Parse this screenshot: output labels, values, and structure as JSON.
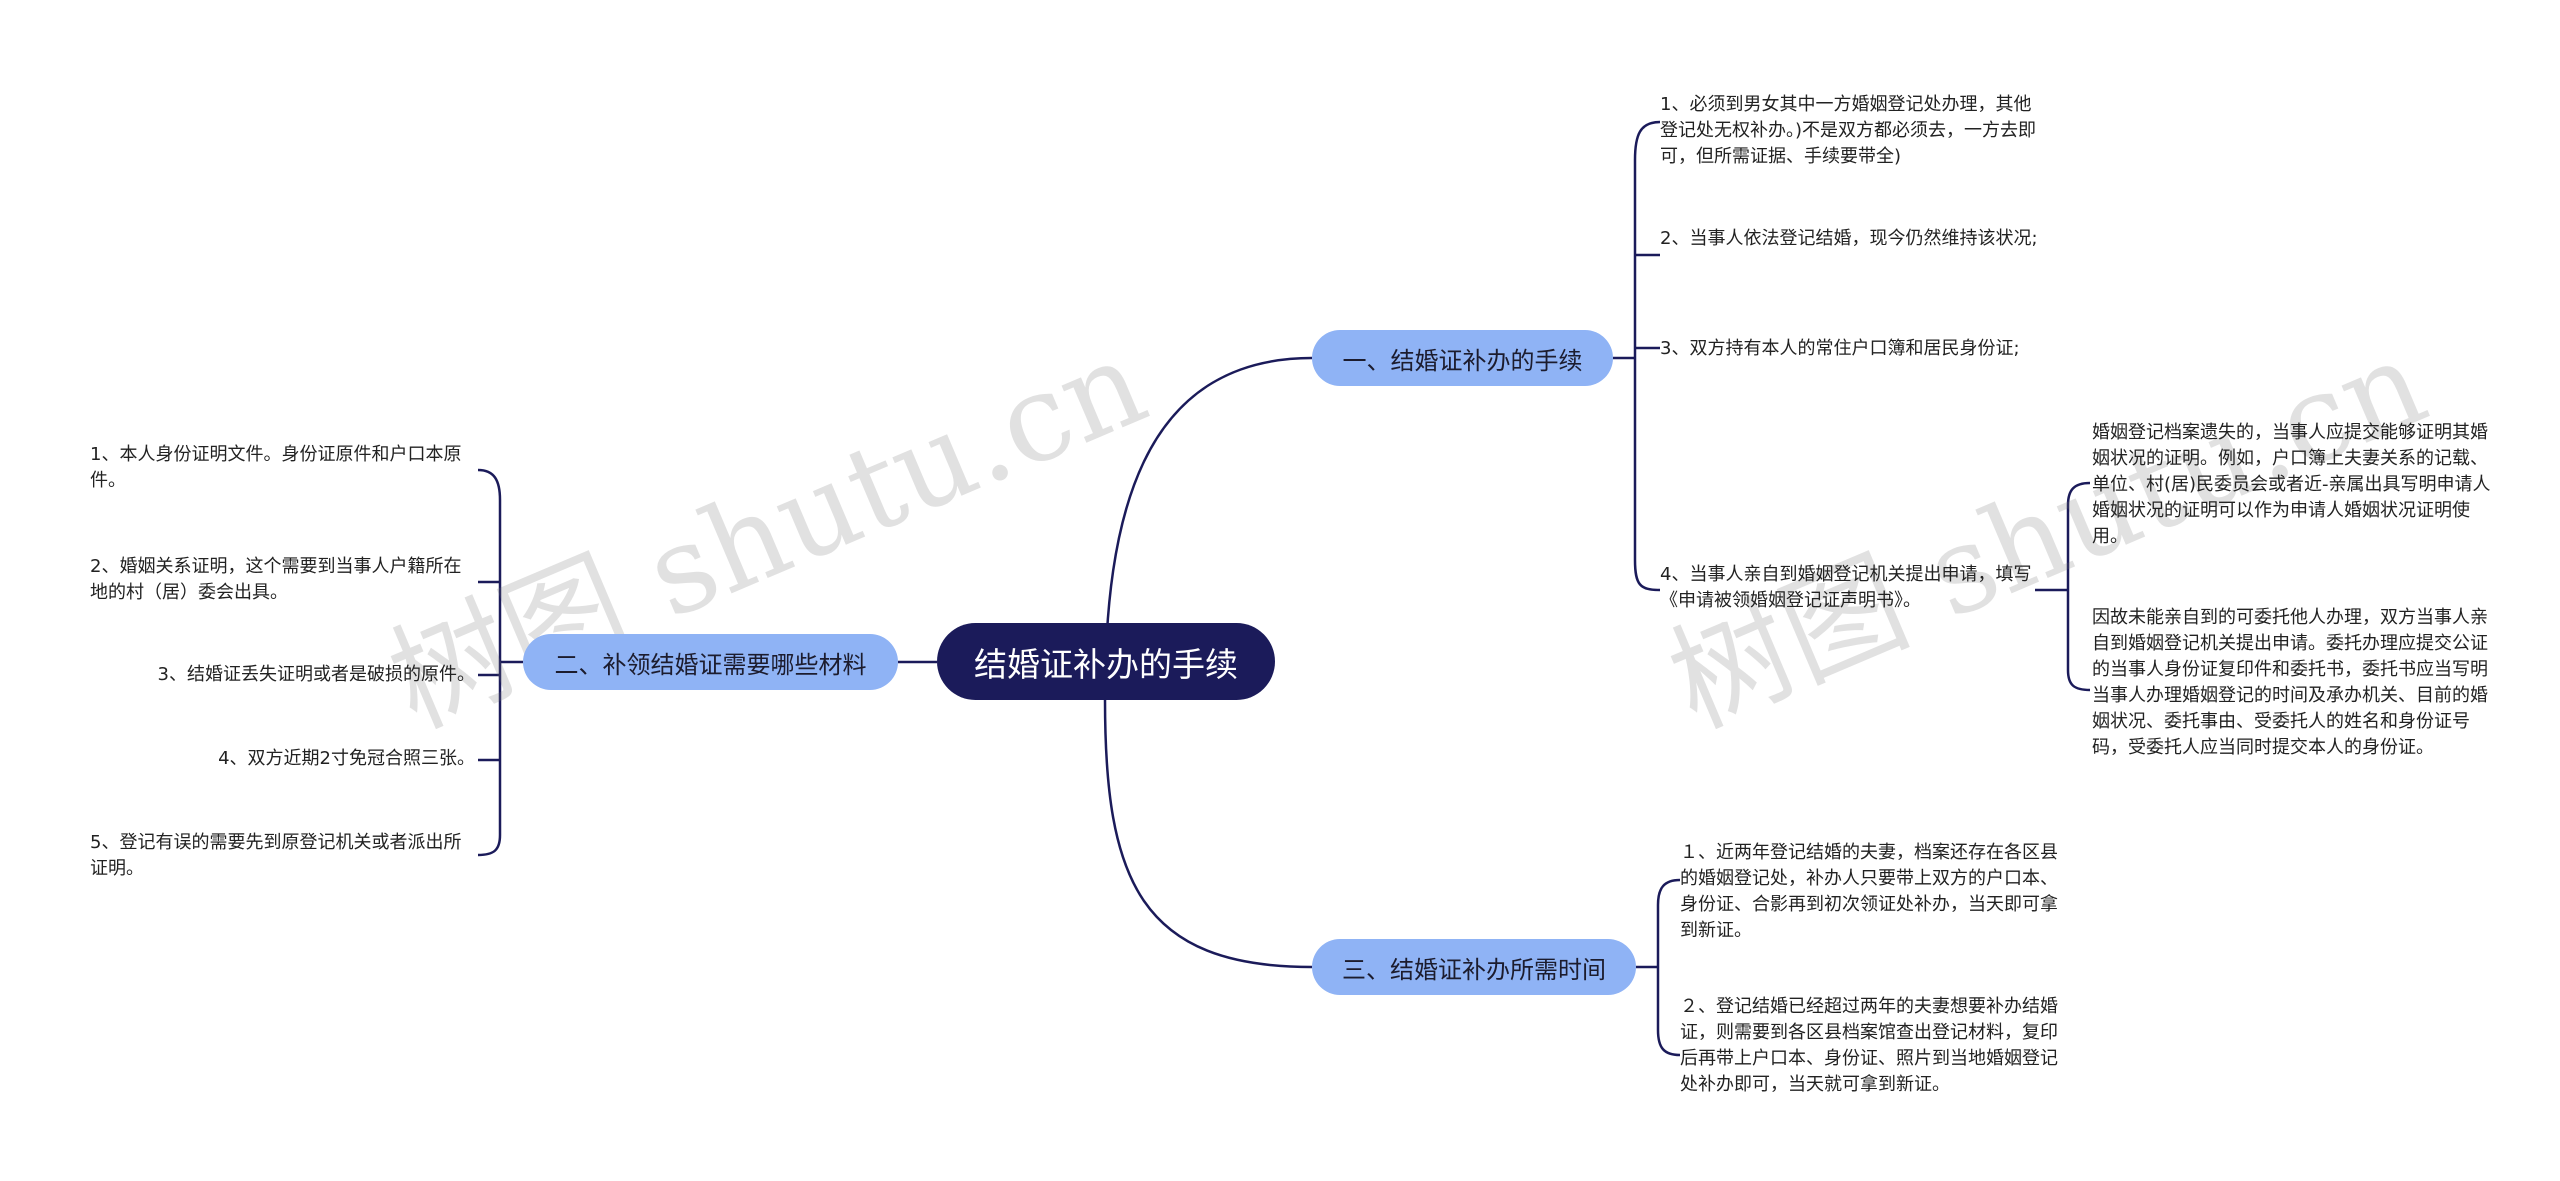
{
  "root": {
    "label": "结婚证补办的手续"
  },
  "branches": {
    "b1": {
      "label": "一、结婚证补办的手续",
      "items": [
        "1、必须到男女其中一方婚姻登记处办理，其他登记处无权补办。)不是双方都必须去，一方去即可，但所需证据、手续要带全)",
        "2、当事人依法登记结婚，现今仍然维持该状况;",
        "3、双方持有本人的常住户口簿和居民身份证;",
        "4、当事人亲自到婚姻登记机关提出申请，填写《申请被领婚姻登记证声明书》。"
      ],
      "sub_items": [
        "婚姻登记档案遗失的，当事人应提交能够证明其婚姻状况的证明。例如，户口簿上夫妻关系的记载、单位、村(居)民委员会或者近-亲属出具写明申请人婚姻状况的证明可以作为申请人婚姻状况证明使用。",
        "因故未能亲自到的可委托他人办理，双方当事人亲自到婚姻登记机关提出申请。委托办理应提交公证的当事人身份证复印件和委托书，委托书应当写明当事人办理婚姻登记的时间及承办机关、目前的婚姻状况、委托事由、受委托人的姓名和身份证号码，受委托人应当同时提交本人的身份证。"
      ]
    },
    "b2": {
      "label": "二、补领结婚证需要哪些材料",
      "items": [
        "1、本人身份证明文件。身份证原件和户口本原件。",
        "2、婚姻关系证明，这个需要到当事人户籍所在地的村（居）委会出具。",
        "3、结婚证丢失证明或者是破损的原件。",
        "4、双方近期2寸免冠合照三张。",
        "5、登记有误的需要先到原登记机关或者派出所证明。"
      ]
    },
    "b3": {
      "label": "三、结婚证补办所需时间",
      "items": [
        "１、近两年登记结婚的夫妻，档案还存在各区县的婚姻登记处，补办人只要带上双方的户口本、身份证、合影再到初次领证处补办，当天即可拿到新证。",
        "２、登记结婚已经超过两年的夫妻想要补办结婚证，则需要到各区县档案馆查出登记材料，复印后再带上户口本、身份证、照片到当地婚姻登记处补办即可，当天就可拿到新证。"
      ]
    }
  },
  "watermark": {
    "text": "树图 shutu.cn"
  },
  "colors": {
    "root": "#1b1b5a",
    "branch": "#8fb3f5",
    "line": "#1b1b5a"
  }
}
